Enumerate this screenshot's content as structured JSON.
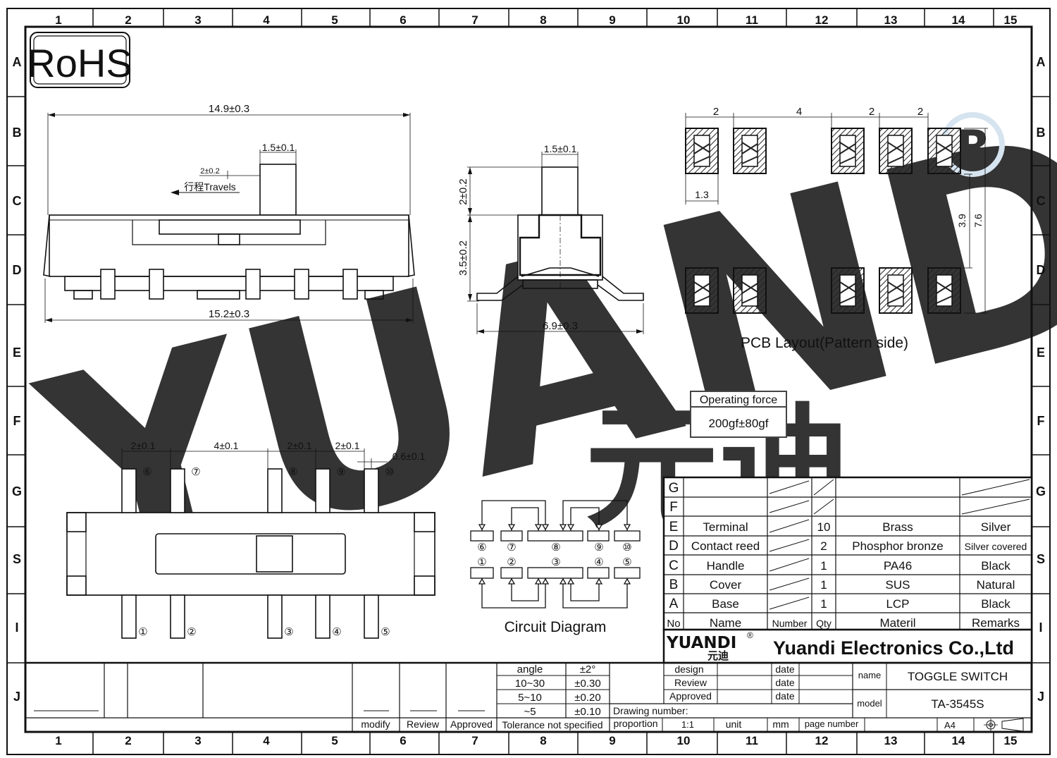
{
  "frame": {
    "columns": [
      "1",
      "2",
      "3",
      "4",
      "5",
      "6",
      "7",
      "8",
      "9",
      "10",
      "11",
      "12",
      "13",
      "14",
      "15"
    ],
    "rows": [
      "A",
      "B",
      "C",
      "D",
      "E",
      "F",
      "G",
      "S",
      "I",
      "J"
    ]
  },
  "watermark": {
    "text": "YUANDI",
    "cn": "元迪",
    "reg": "®",
    "color": "#c9dcec"
  },
  "rohs": "RoHS",
  "side_view": {
    "overall_top": "14.9±0.3",
    "overall_bottom": "15.2±0.3",
    "handle_width": "1.5±0.1",
    "travel": "2±0.2",
    "travel_label": "行程Travels"
  },
  "end_view": {
    "handle_width": "1.5±0.1",
    "handle_height": "2±0.2",
    "body_height": "3.5±0.2",
    "width": "6.9±0.3"
  },
  "pcb": {
    "dims_top": [
      "2",
      "4",
      "2",
      "2"
    ],
    "pad_width": "1.3",
    "dim_39": "3.9",
    "dim_76": "7.6",
    "caption": "PCB  Layout(Pattern  side)"
  },
  "operating_force": {
    "label": "Operating force",
    "value": "200gf±80gf"
  },
  "top_view": {
    "dims": [
      "2±0.1",
      "4±0.1",
      "2±0.1",
      "2±0.1",
      "0.6±0.1"
    ],
    "pins_top": [
      "⑥",
      "⑦",
      "⑧",
      "⑨",
      "⑩"
    ],
    "pins_bottom": [
      "①",
      "②",
      "③",
      "④",
      "⑤"
    ]
  },
  "circuit": {
    "caption": "Circuit  Diagram",
    "top_labels": [
      "⑥",
      "⑦",
      "⑧",
      "⑨",
      "⑩"
    ],
    "bottom_labels": [
      "①",
      "②",
      "③",
      "④",
      "⑤"
    ]
  },
  "bom": {
    "rows": [
      {
        "id": "G",
        "name": "",
        "number": "",
        "qty": "",
        "material": "",
        "remarks": ""
      },
      {
        "id": "F",
        "name": "",
        "number": "",
        "qty": "",
        "material": "",
        "remarks": ""
      },
      {
        "id": "E",
        "name": "Terminal",
        "number": "",
        "qty": "10",
        "material": "Brass",
        "remarks": "Silver"
      },
      {
        "id": "D",
        "name": "Contact reed",
        "number": "",
        "qty": "2",
        "material": "Phosphor bronze",
        "remarks": "Silver covered"
      },
      {
        "id": "C",
        "name": "Handle",
        "number": "",
        "qty": "1",
        "material": "PA46",
        "remarks": "Black"
      },
      {
        "id": "B",
        "name": "Cover",
        "number": "",
        "qty": "1",
        "material": "SUS",
        "remarks": "Natural"
      },
      {
        "id": "A",
        "name": "Base",
        "number": "",
        "qty": "1",
        "material": "LCP",
        "remarks": "Black"
      }
    ],
    "header": {
      "no": "No",
      "name": "Name",
      "number": "Number",
      "qty": "Qty",
      "material": "Materil",
      "remarks": "Remarks"
    }
  },
  "company": {
    "logo": "YUANDI",
    "logo_cn": "元迪",
    "reg": "®",
    "name": "Yuandi Electronics Co.,Ltd"
  },
  "title_block": {
    "tolerance": [
      {
        "k": "angle",
        "v": "±2°"
      },
      {
        "k": "10~30",
        "v": "±0.30"
      },
      {
        "k": "5~10",
        "v": "±0.20"
      },
      {
        "k": "~5",
        "v": "±0.10"
      }
    ],
    "tolerance_label": "Tolerance not specified",
    "revision_cols": [
      "modify",
      "Review",
      "Approved"
    ],
    "design": "design",
    "review": "Review",
    "approved": "Approved",
    "date": "date",
    "drawing_number": "Drawing number:",
    "name_label": "name",
    "name_value": "TOGGLE SWITCH",
    "model_label": "model",
    "model_value": "TA-3545S",
    "proportion_label": "proportion",
    "proportion_value": "1:1",
    "unit_label": "unit",
    "unit_value": "mm",
    "page_number_label": "page number",
    "paper": "A4"
  }
}
